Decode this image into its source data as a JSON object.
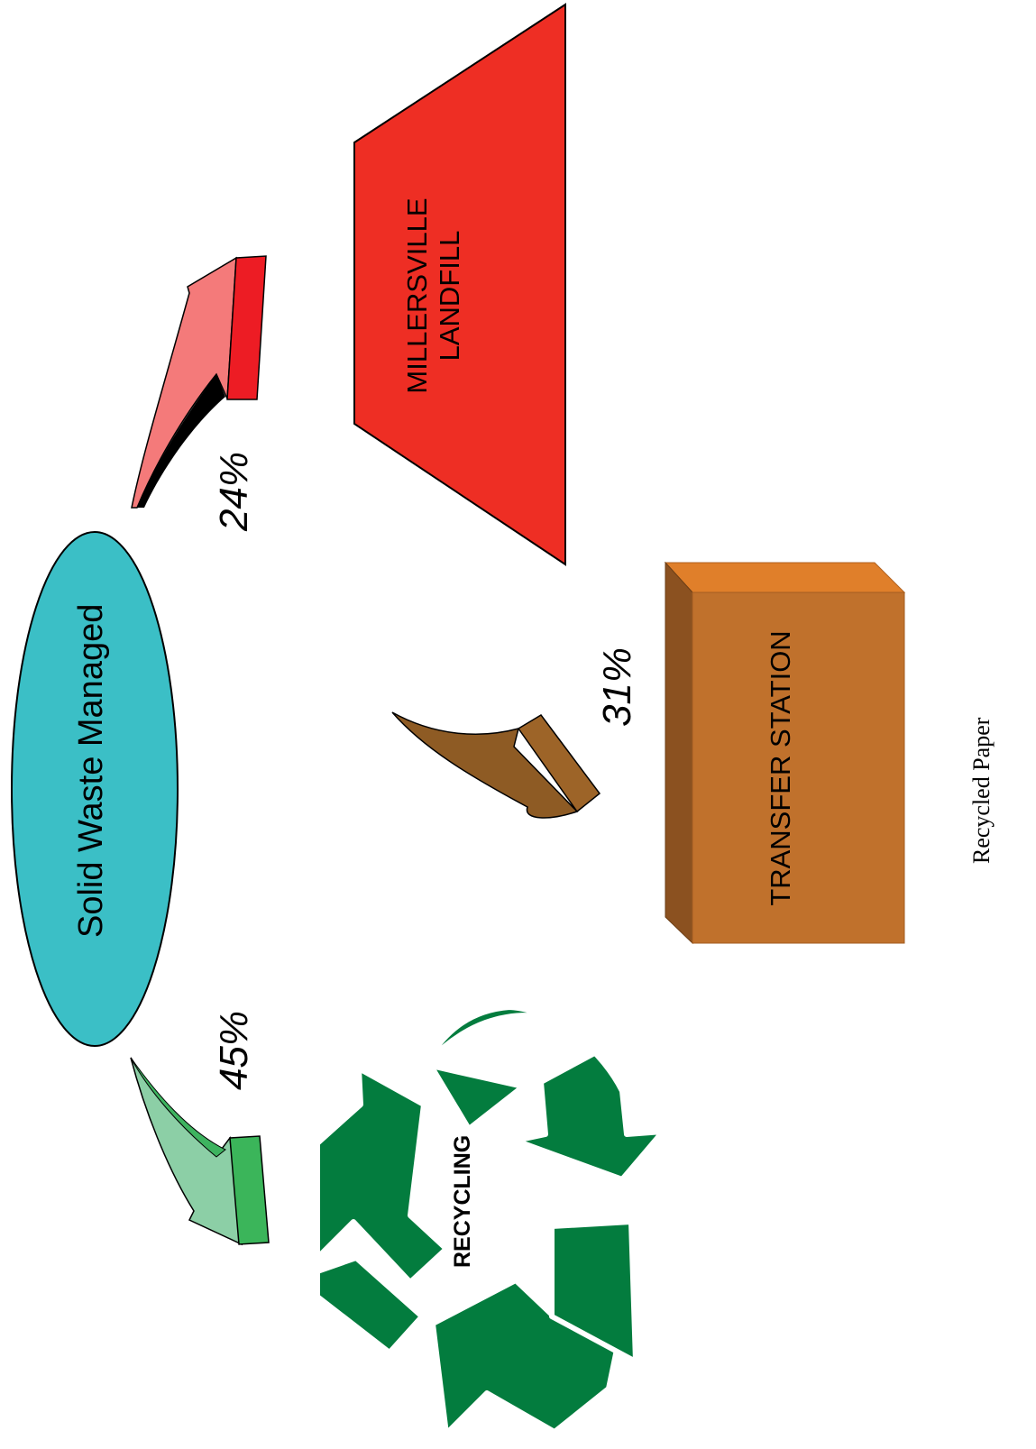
{
  "hub": {
    "label": "Solid Waste Managed",
    "color": "#3bbfc6"
  },
  "landfill": {
    "line1": "MILLERSVILLE",
    "line2": "LANDFILL",
    "color": "#ee2e24"
  },
  "transfer": {
    "label": "TRANSFER STATION",
    "color": "#c0712c"
  },
  "recycling": {
    "label": "RECYCLING",
    "color": "#037c3e"
  },
  "flows": {
    "landfill_pct": "24%",
    "transfer_pct": "31%",
    "recycling_pct": "45%"
  },
  "footer": {
    "note": "Recycled Paper"
  },
  "arrow_colors": {
    "landfill": "#f47a7a",
    "transfer": "#8e5b24",
    "recycling": "#8ccfa6"
  }
}
